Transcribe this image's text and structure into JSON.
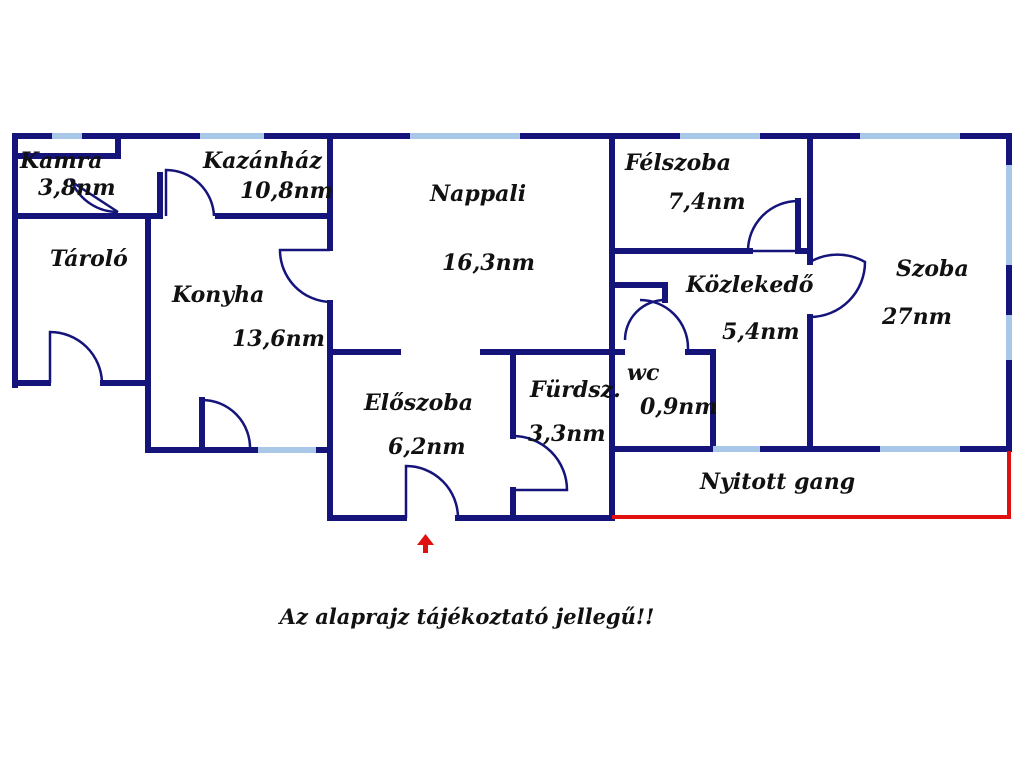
{
  "colors": {
    "wall": "#14147a",
    "window": "#a9c7e6",
    "open_edge": "#e01010",
    "entrance_arrow": "#e01010",
    "text": "#111111"
  },
  "rooms": {
    "kamra": {
      "name": "Kamra",
      "area": "3,8nm"
    },
    "kazanhaz": {
      "name": "Kazánház",
      "area": "10,8nm"
    },
    "nappali": {
      "name": "Nappali",
      "area": "16,3nm"
    },
    "felszoba": {
      "name": "Félszoba",
      "area": "7,4nm"
    },
    "szoba": {
      "name": "Szoba",
      "area": "27nm"
    },
    "tarolo": {
      "name": "Tároló"
    },
    "konyha": {
      "name": "Konyha",
      "area": "13,6nm"
    },
    "kozlekedo": {
      "name": "Közlekedő",
      "area": "5,4nm"
    },
    "wc": {
      "name": "wc",
      "area": "0,9nm"
    },
    "eloszoba": {
      "name": "Előszoba",
      "area": "6,2nm"
    },
    "furdoszoba": {
      "name": "Fürdsz.",
      "area": "3,3nm"
    },
    "nyitott_gang": {
      "name": "Nyitott gang"
    }
  },
  "note": "Az alaprajz tájékoztató jellegű!!"
}
